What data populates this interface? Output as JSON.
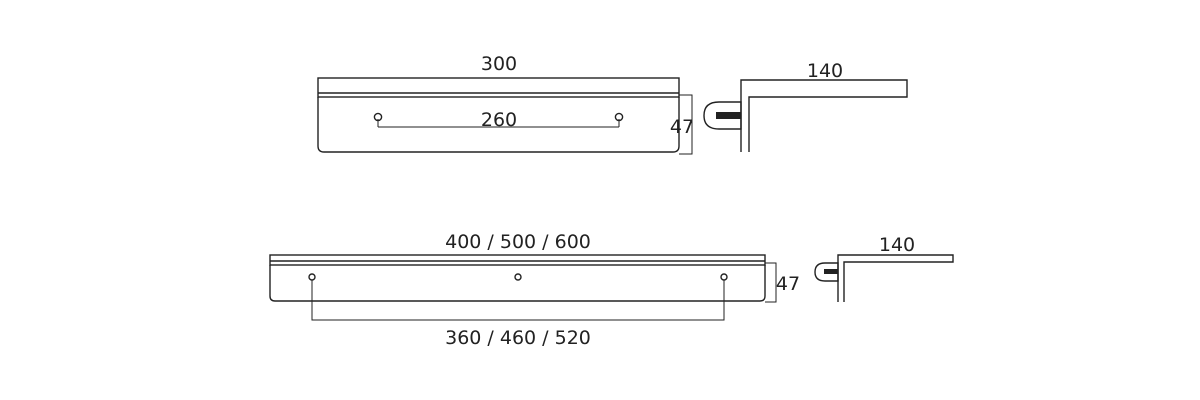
{
  "drawing": {
    "short_shelf": {
      "length_label": "300",
      "hole_spacing_label": "260",
      "height_label": "47",
      "depth_label": "140"
    },
    "long_shelf": {
      "length_label": "400 / 500 / 600",
      "hole_spacing_label": "360 / 460 / 520",
      "height_label": "47",
      "depth_label": "140"
    }
  },
  "colors": {
    "line": "#222222",
    "background": "#ffffff"
  }
}
